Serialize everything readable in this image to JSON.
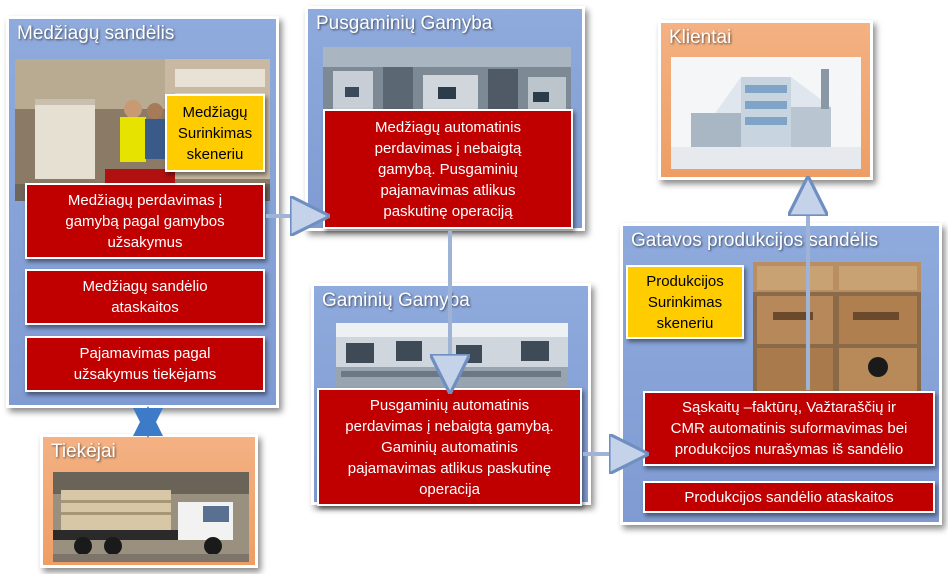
{
  "panels": {
    "materials_warehouse": {
      "title": "Medžiagų sandėlis"
    },
    "semi_production": {
      "title": "Pusgaminių Gamyba"
    },
    "clients": {
      "title": "Klientai"
    },
    "finished_warehouse": {
      "title": "Gatavos produkcijos sandėlis"
    },
    "products_production": {
      "title": "Gaminių Gamyba"
    },
    "suppliers": {
      "title": "Tiekėjai"
    }
  },
  "boxes": {
    "materials_scanner": "Medžiagų\nSurinkimas\nskeneriu",
    "materials_transfer": "Medžiagų perdavimas į\ngamybą pagal gamybos\nužsakymus",
    "materials_reports": "Medžiagų sandėlio\nataskaitos",
    "receipt_orders": "Pajamavimas pagal\nužsakymus tiekėjams",
    "semi_auto": "Medžiagų  automatinis\nperdavimas į nebaigtą\ngamybą. Pusgaminių\npajamavimas atlikus\npaskutinę operaciją",
    "products_auto": "Pusgaminių  automatinis\nperdavimas į nebaigtą gamybą.\nGaminių automatinis\npajamavimas atlikus paskutinę\noperacija",
    "products_scanner": "Produkcijos\nSurinkimas\nskeneriu",
    "invoices": "Sąskaitų –faktūrų, Važtaraščių ir\nCMR automatinis suformavimas bei\nprodukcijos nurašymas iš sandėlio",
    "finished_reports": "Produkcijos sandėlio ataskaitos"
  },
  "colors": {
    "panel_blue": "#8faadc",
    "panel_orange": "#f4b183",
    "box_red": "#c00000",
    "box_yellow": "#ffcc00",
    "arrow": "#c5d3ea"
  }
}
